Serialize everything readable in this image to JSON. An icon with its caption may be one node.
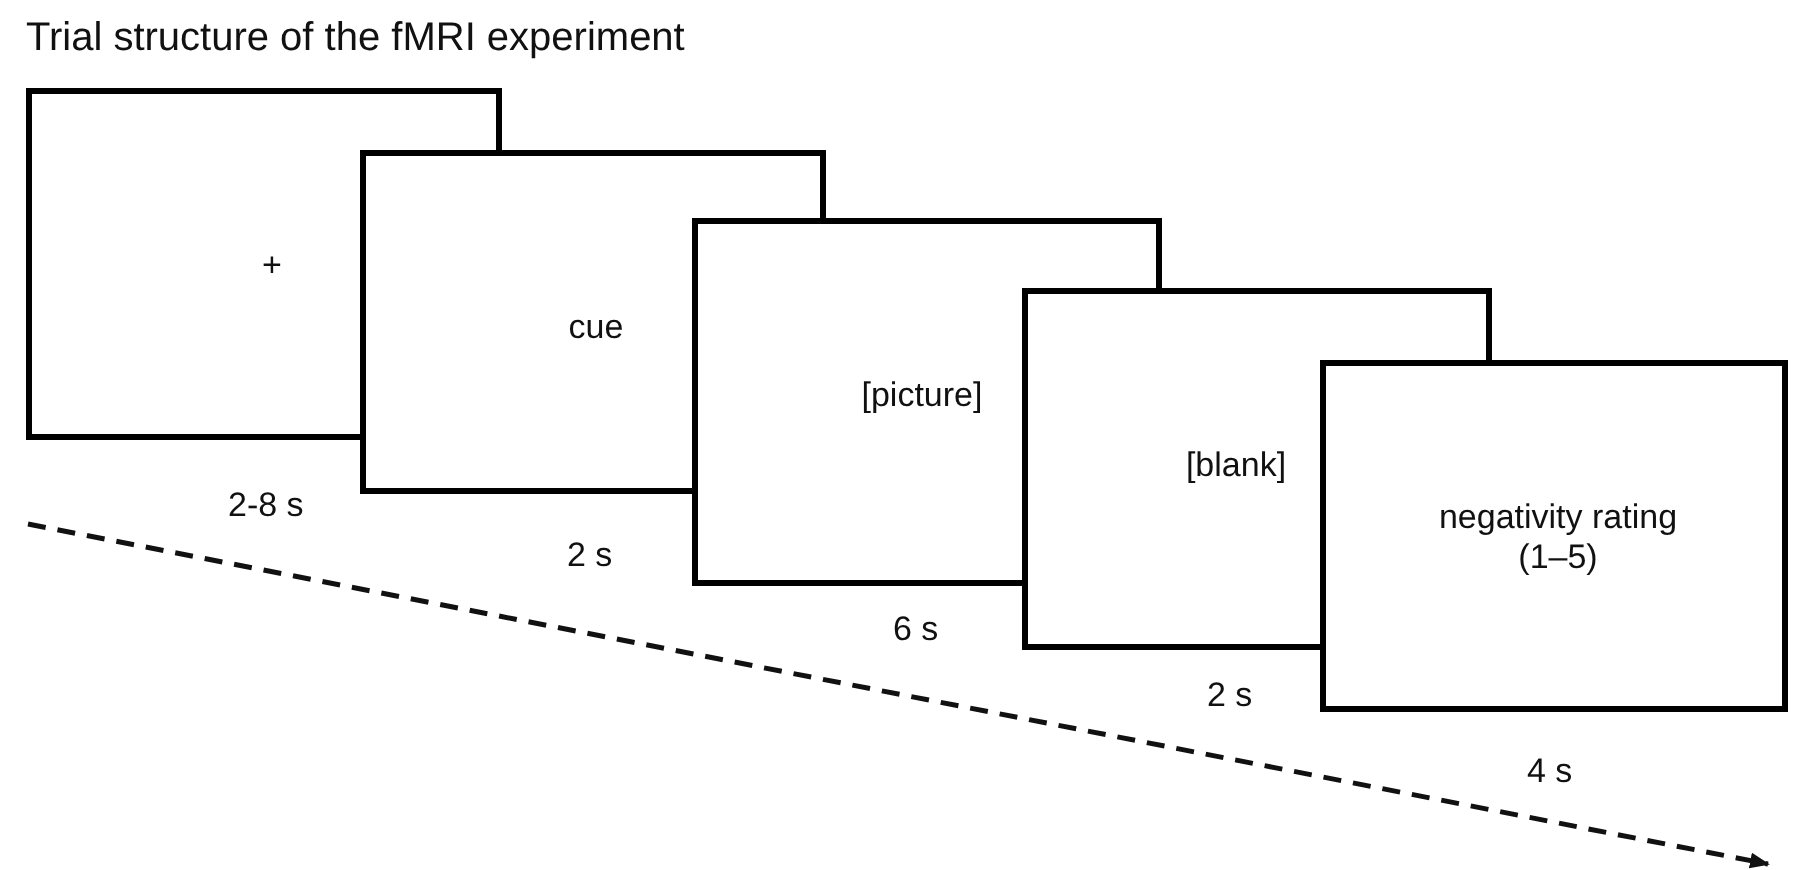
{
  "diagram": {
    "title": "Trial structure of the fMRI experiment",
    "nodes": [
      {
        "text": [
          "+"
        ],
        "beside": [
          "2-8 s"
        ]
      },
      {
        "text": [
          "cue"
        ],
        "beside": [
          "2 s"
        ]
      },
      {
        "text": [
          "[picture]"
        ],
        "beside": [
          "6 s"
        ]
      },
      {
        "text": [
          "[blank]"
        ],
        "beside": [
          "2 s"
        ]
      },
      {
        "text": [
          "negativity rating (1–5)"
        ],
        "beside": [
          "4 s"
        ]
      }
    ]
  }
}
